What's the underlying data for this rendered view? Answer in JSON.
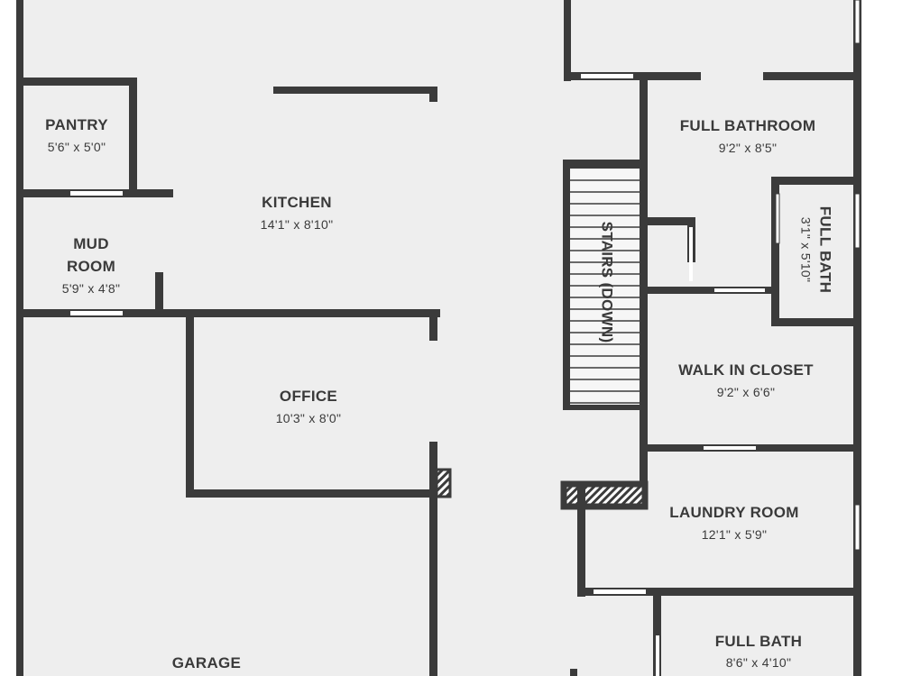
{
  "rooms": {
    "pantry": {
      "name": "PANTRY",
      "dim": "5'6\" x 5'0\""
    },
    "kitchen": {
      "name": "KITCHEN",
      "dim": "14'1\" x 8'10\""
    },
    "mud_room": {
      "name_line1": "MUD",
      "name_line2": "ROOM",
      "dim": "5'9\" x 4'8\""
    },
    "office": {
      "name": "OFFICE",
      "dim": "10'3\" x 8'0\""
    },
    "garage": {
      "name": "GARAGE"
    },
    "stairs": {
      "name": "STAIRS (DOWN)"
    },
    "full_bathroom": {
      "name": "FULL BATHROOM",
      "dim": "9'2\" x 8'5\""
    },
    "full_bath_small": {
      "name": "FULL BATH",
      "dim": "3'1\" x 5'10\""
    },
    "walk_in_closet": {
      "name": "WALK IN CLOSET",
      "dim": "9'2\" x 6'6\""
    },
    "laundry_room": {
      "name": "LAUNDRY ROOM",
      "dim": "12'1\" x 5'9\""
    },
    "full_bath_bottom": {
      "name": "FULL BATH",
      "dim": "8'6\" x 4'10\""
    }
  },
  "colors": {
    "floor": "#eeeeee",
    "wall": "#3b3b3b",
    "text": "#3a3a3a"
  }
}
